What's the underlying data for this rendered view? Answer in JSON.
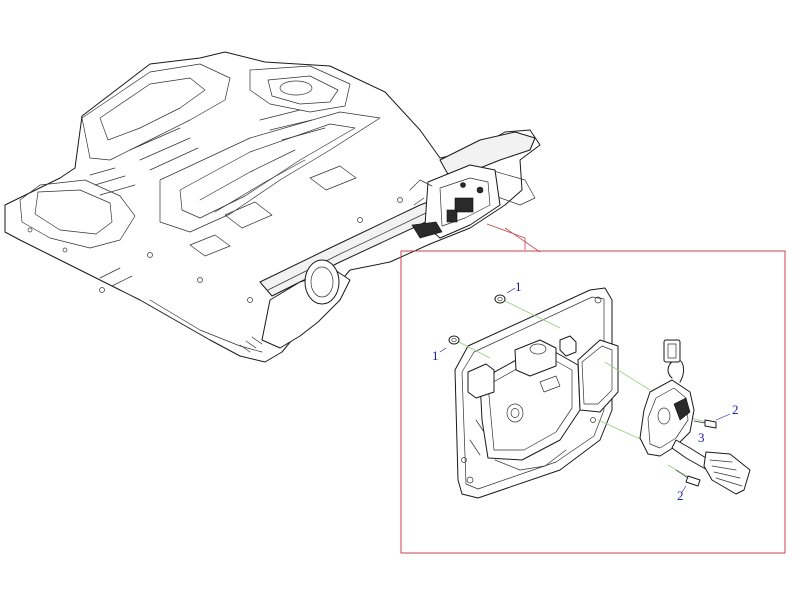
{
  "diagram": {
    "callouts": [
      {
        "id": "c1a",
        "label": "1"
      },
      {
        "id": "c1b",
        "label": "1"
      },
      {
        "id": "c2a",
        "label": "2"
      },
      {
        "id": "c2b",
        "label": "2"
      },
      {
        "id": "c3",
        "label": "3"
      }
    ],
    "colors": {
      "callout_text": "#1a1aa6",
      "detail_frame": "#c8404a",
      "leader_line": "#c8404a",
      "assembly_guide": "#8fd07a",
      "linework": "#1a1a1a"
    },
    "parts": {
      "vehicle_floor": "vehicle-floor-frame",
      "pedal_bracket": "pedal-mounting-bracket",
      "accelerator_pedal": "accelerator-pedal-assembly",
      "wire_connector": "pedal-connector"
    }
  }
}
